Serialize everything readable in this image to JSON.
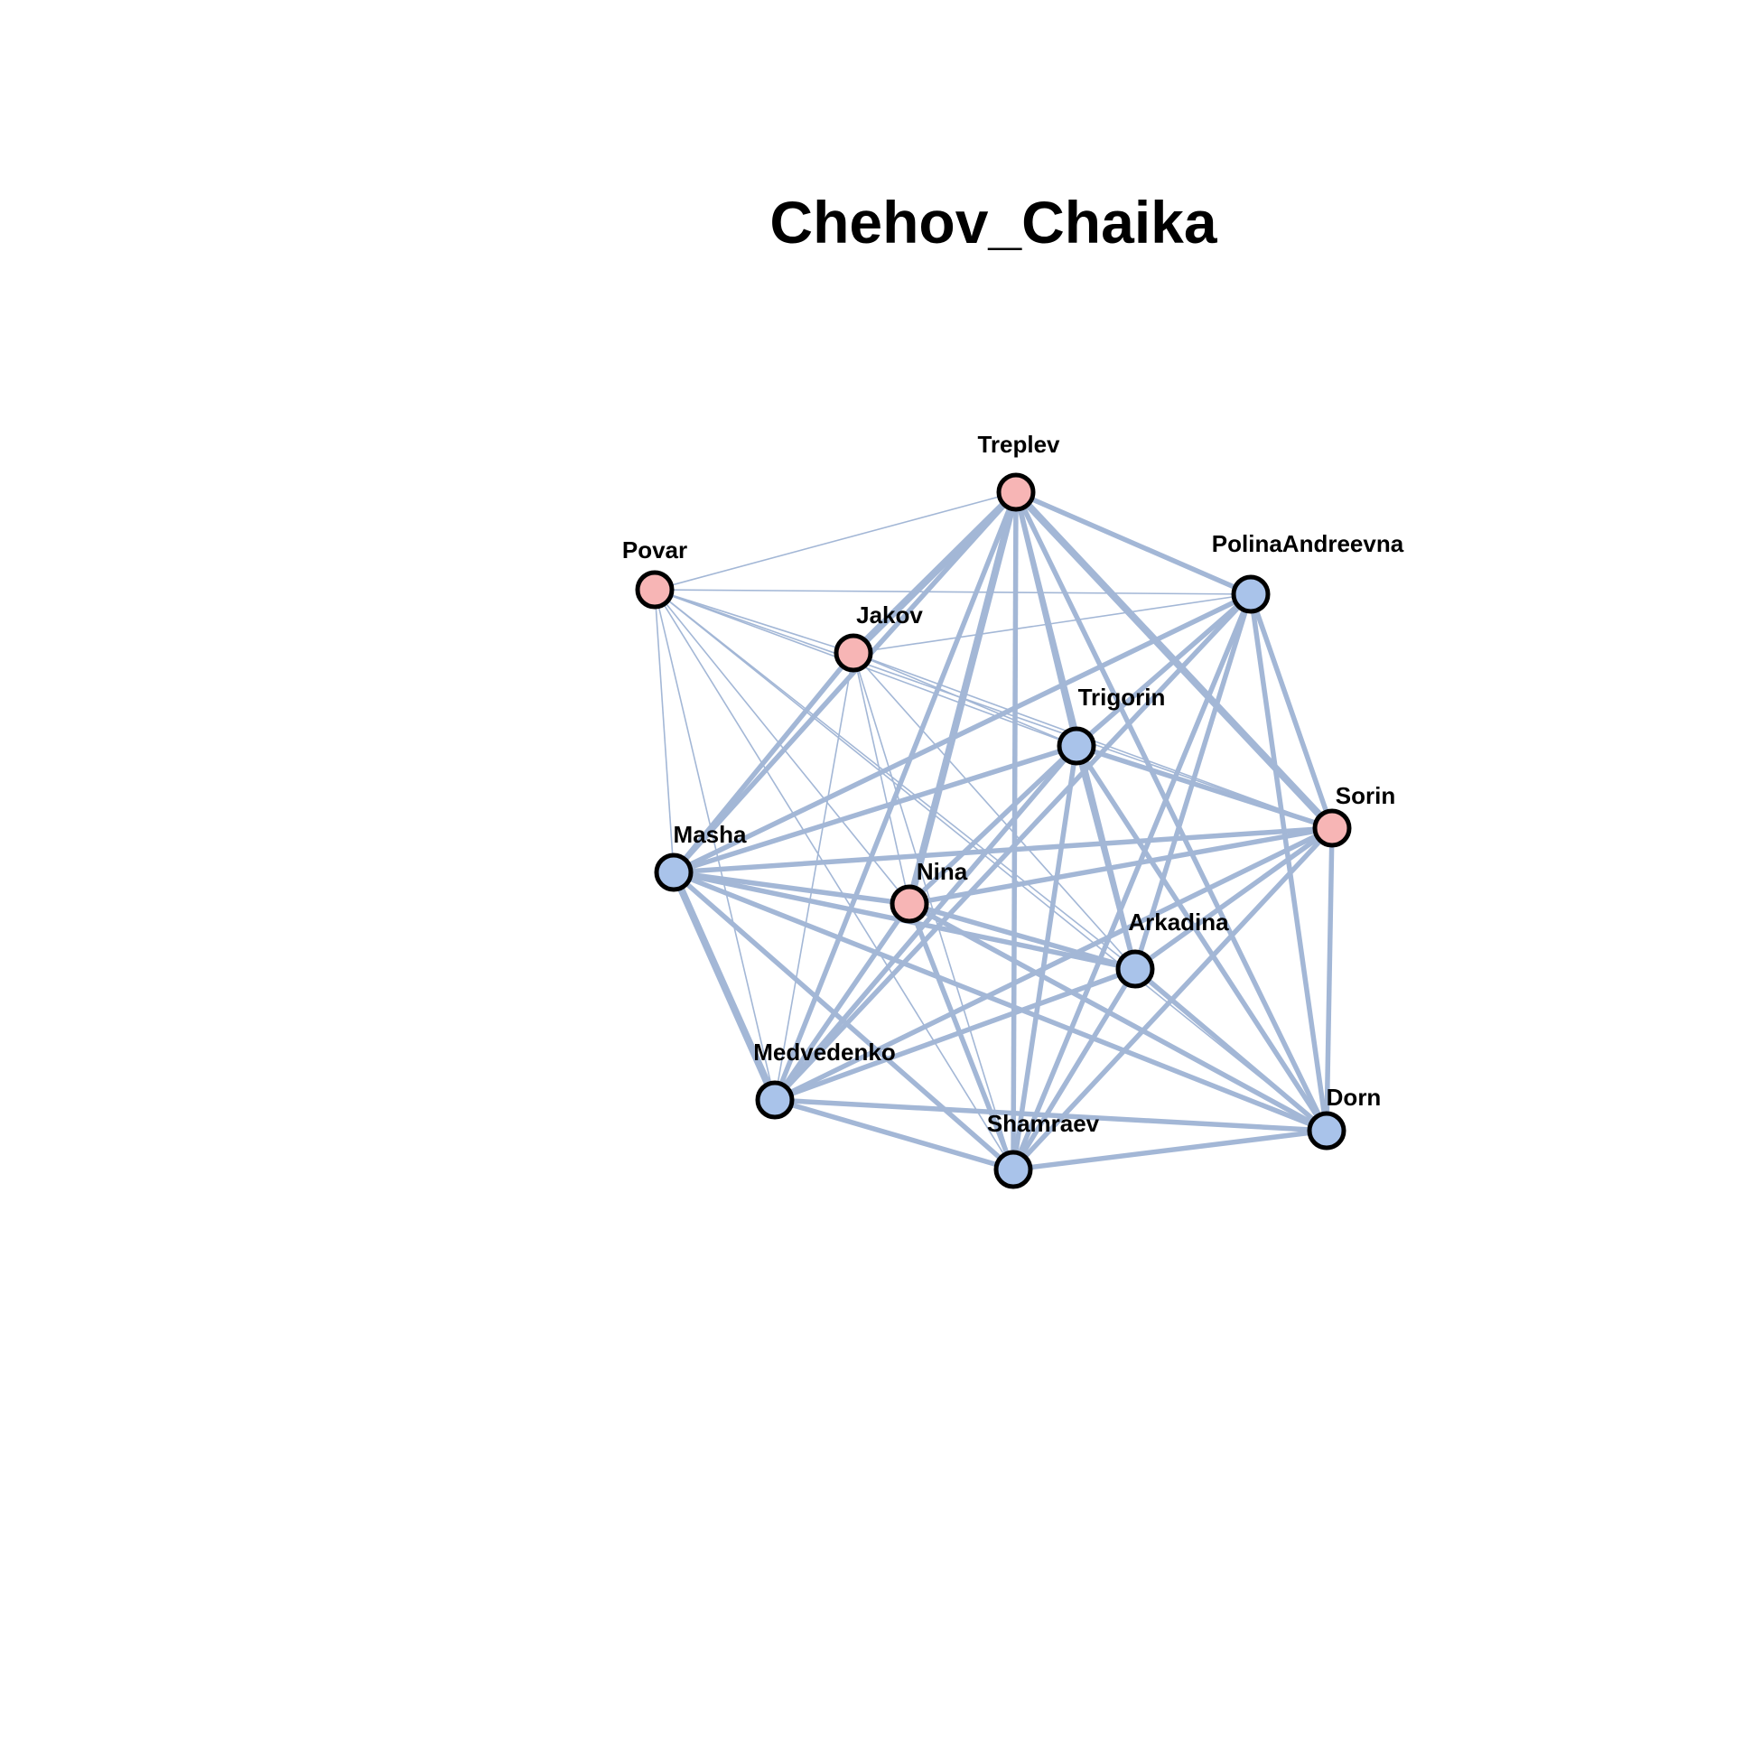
{
  "title": "Chehov_Chaika",
  "colors": {
    "edge": "#a3b7d6",
    "node_female": "#f7b5b5",
    "node_male": "#a9c3ea",
    "node_border": "#000000"
  },
  "nodes": [
    {
      "id": "Treplev",
      "label": "Treplev",
      "group": "pink"
    },
    {
      "id": "Povar",
      "label": "Povar",
      "group": "pink"
    },
    {
      "id": "Jakov",
      "label": "Jakov",
      "group": "pink"
    },
    {
      "id": "PolinaAndreevna",
      "label": "PolinaAndreevna",
      "group": "blue"
    },
    {
      "id": "Trigorin",
      "label": "Trigorin",
      "group": "blue"
    },
    {
      "id": "Sorin",
      "label": "Sorin",
      "group": "pink"
    },
    {
      "id": "Masha",
      "label": "Masha",
      "group": "blue"
    },
    {
      "id": "Nina",
      "label": "Nina",
      "group": "pink"
    },
    {
      "id": "Arkadina",
      "label": "Arkadina",
      "group": "blue"
    },
    {
      "id": "Medvedenko",
      "label": "Medvedenko",
      "group": "blue"
    },
    {
      "id": "Dorn",
      "label": "Dorn",
      "group": "blue"
    },
    {
      "id": "Shamraev",
      "label": "Shamraev",
      "group": "blue"
    }
  ],
  "edges": [
    [
      "Povar",
      "Treplev",
      1
    ],
    [
      "Povar",
      "PolinaAndreevna",
      1
    ],
    [
      "Povar",
      "Jakov",
      1
    ],
    [
      "Povar",
      "Trigorin",
      1
    ],
    [
      "Povar",
      "Sorin",
      1
    ],
    [
      "Povar",
      "Masha",
      1
    ],
    [
      "Povar",
      "Nina",
      1
    ],
    [
      "Povar",
      "Arkadina",
      1
    ],
    [
      "Povar",
      "Medvedenko",
      1
    ],
    [
      "Povar",
      "Dorn",
      1
    ],
    [
      "Povar",
      "Shamraev",
      1
    ],
    [
      "Jakov",
      "PolinaAndreevna",
      1
    ],
    [
      "Jakov",
      "Trigorin",
      1
    ],
    [
      "Jakov",
      "Sorin",
      1
    ],
    [
      "Jakov",
      "Nina",
      1
    ],
    [
      "Jakov",
      "Arkadina",
      1
    ],
    [
      "Jakov",
      "Medvedenko",
      1
    ],
    [
      "Jakov",
      "Shamraev",
      1
    ],
    [
      "Jakov",
      "Masha",
      2
    ],
    [
      "Jakov",
      "Treplev",
      3
    ],
    [
      "Treplev",
      "PolinaAndreevna",
      2
    ],
    [
      "Treplev",
      "Sorin",
      3
    ],
    [
      "Treplev",
      "Trigorin",
      2
    ],
    [
      "Treplev",
      "Masha",
      2
    ],
    [
      "Treplev",
      "Nina",
      3
    ],
    [
      "Treplev",
      "Arkadina",
      2
    ],
    [
      "Treplev",
      "Medvedenko",
      2
    ],
    [
      "Treplev",
      "Shamraev",
      2
    ],
    [
      "Treplev",
      "Dorn",
      2
    ],
    [
      "PolinaAndreevna",
      "Sorin",
      2
    ],
    [
      "PolinaAndreevna",
      "Masha",
      2
    ],
    [
      "PolinaAndreevna",
      "Trigorin",
      2
    ],
    [
      "PolinaAndreevna",
      "Arkadina",
      2
    ],
    [
      "PolinaAndreevna",
      "Medvedenko",
      2
    ],
    [
      "PolinaAndreevna",
      "Shamraev",
      2
    ],
    [
      "PolinaAndreevna",
      "Dorn",
      2
    ],
    [
      "Trigorin",
      "Sorin",
      2
    ],
    [
      "Trigorin",
      "Masha",
      2
    ],
    [
      "Trigorin",
      "Nina",
      2
    ],
    [
      "Trigorin",
      "Arkadina",
      2
    ],
    [
      "Trigorin",
      "Medvedenko",
      2
    ],
    [
      "Trigorin",
      "Shamraev",
      2
    ],
    [
      "Trigorin",
      "Dorn",
      2
    ],
    [
      "Sorin",
      "Masha",
      2
    ],
    [
      "Sorin",
      "Nina",
      2
    ],
    [
      "Sorin",
      "Arkadina",
      2
    ],
    [
      "Sorin",
      "Medvedenko",
      2
    ],
    [
      "Sorin",
      "Shamraev",
      2
    ],
    [
      "Sorin",
      "Dorn",
      2
    ],
    [
      "Masha",
      "Nina",
      2
    ],
    [
      "Masha",
      "Arkadina",
      2
    ],
    [
      "Masha",
      "Medvedenko",
      3
    ],
    [
      "Masha",
      "Dorn",
      2
    ],
    [
      "Masha",
      "Shamraev",
      2
    ],
    [
      "Nina",
      "Arkadina",
      2
    ],
    [
      "Nina",
      "Medvedenko",
      2
    ],
    [
      "Nina",
      "Shamraev",
      2
    ],
    [
      "Nina",
      "Dorn",
      2
    ],
    [
      "Arkadina",
      "Medvedenko",
      2
    ],
    [
      "Arkadina",
      "Shamraev",
      2
    ],
    [
      "Arkadina",
      "Dorn",
      2
    ],
    [
      "Medvedenko",
      "Shamraev",
      2
    ],
    [
      "Medvedenko",
      "Dorn",
      2
    ],
    [
      "Shamraev",
      "Dorn",
      2
    ]
  ]
}
